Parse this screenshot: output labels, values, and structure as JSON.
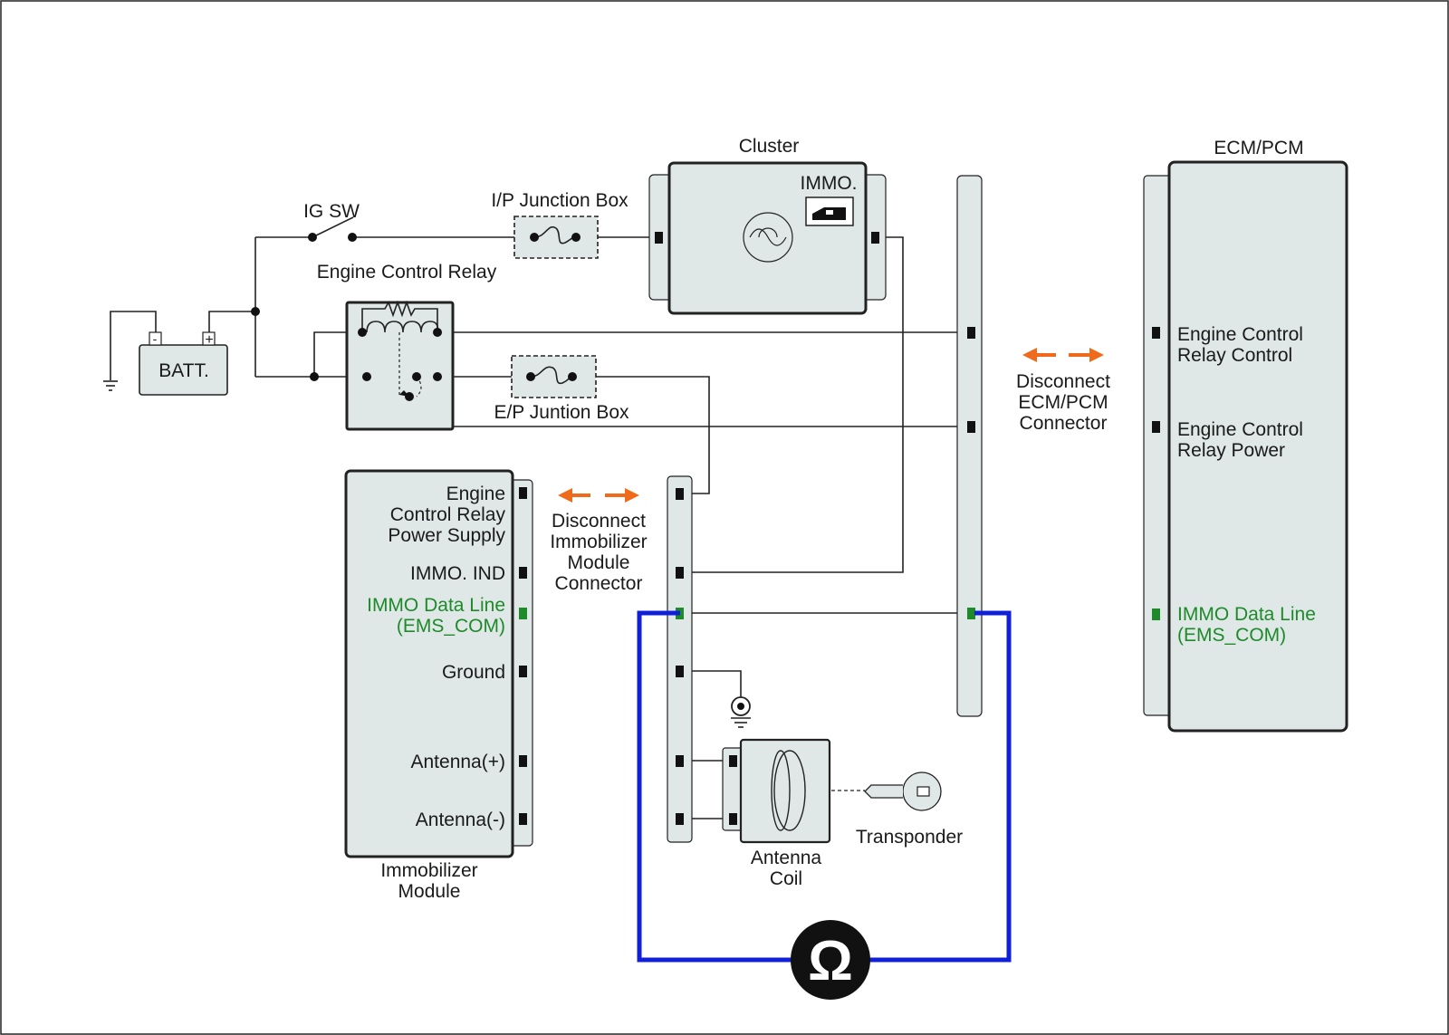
{
  "labels": {
    "cluster": "Cluster",
    "immo_indicator": "IMMO.",
    "ecm_pcm": "ECM/PCM",
    "ig_sw": "IG SW",
    "ip_junction_box": "I/P Junction Box",
    "engine_control_relay": "Engine Control Relay",
    "battery": "BATT.",
    "battery_neg": "-",
    "battery_pos": "+",
    "ep_junction_box": "E/P Juntion Box",
    "immobilizer_module_line1": "Immobilizer",
    "immobilizer_module_line2": "Module",
    "antenna_coil_line1": "Antenna",
    "antenna_coil_line2": "Coil",
    "transponder": "Transponder",
    "ohm_symbol": "Ω"
  },
  "immobilizer_pins": [
    {
      "lines": [
        "Engine",
        "Control Relay",
        "Power Supply"
      ],
      "highlight": false
    },
    {
      "lines": [
        "IMMO. IND"
      ],
      "highlight": false
    },
    {
      "lines": [
        "IMMO Data Line",
        "(EMS_COM)"
      ],
      "highlight": true
    },
    {
      "lines": [
        "Ground"
      ],
      "highlight": false
    },
    {
      "lines": [
        "Antenna(+)"
      ],
      "highlight": false
    },
    {
      "lines": [
        "Antenna(-)"
      ],
      "highlight": false
    }
  ],
  "ecm_pins": [
    {
      "lines": [
        "Engine Control",
        "Relay Control"
      ],
      "highlight": false
    },
    {
      "lines": [
        "Engine Control",
        "Relay Power"
      ],
      "highlight": false
    },
    {
      "lines": [
        "IMMO Data Line",
        "(EMS_COM)"
      ],
      "highlight": true
    }
  ],
  "disconnect_immo": [
    "Disconnect",
    "Immobilizer",
    "Module",
    "Connector"
  ],
  "disconnect_ecm": [
    "Disconnect",
    "ECM/PCM",
    "Connector"
  ],
  "colors": {
    "highlight_green": "#1e8a2a",
    "measure_blue": "#1020d8",
    "arrow_orange": "#ef6a1a",
    "component_fill": "#dfe8e7"
  }
}
